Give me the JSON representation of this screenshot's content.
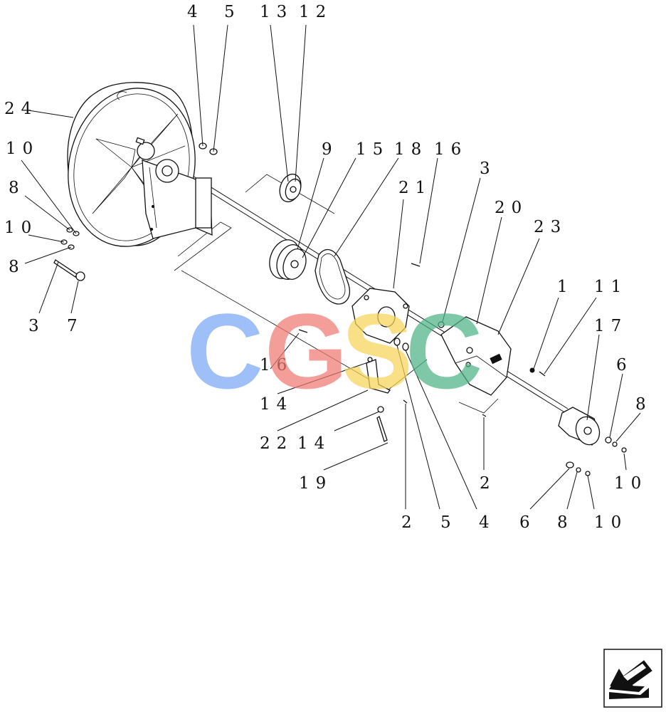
{
  "labels": {
    "l4a": "4",
    "l5a": "5",
    "l13": "13",
    "l12": "12",
    "l24": "24",
    "l10a": "10",
    "l8a": "8",
    "l10b": "10",
    "l8b": "8",
    "l3a": "3",
    "l7": "7",
    "l9": "9",
    "l15": "15",
    "l18": "18",
    "l16a": "16",
    "l3b": "3",
    "l21": "21",
    "l20": "20",
    "l23": "23",
    "l1": "1",
    "l11": "11",
    "l17": "17",
    "l6a": "6",
    "l8c": "8",
    "l16b": "16",
    "l14a": "14",
    "l22": "22",
    "l14b": "14",
    "l19": "19",
    "l2a": "2",
    "l2b": "2",
    "l5b": "5",
    "l4b": "4",
    "l6b": "6",
    "l8d": "8",
    "l10c": "10",
    "l10d": "10"
  },
  "watermark": {
    "letters": [
      "C",
      "G",
      "S",
      "C"
    ],
    "colors": [
      "#7aa7f5",
      "#f07a73",
      "#f7d55a",
      "#4fb486"
    ]
  },
  "icons": {
    "nav": "arrow-back-icon"
  }
}
